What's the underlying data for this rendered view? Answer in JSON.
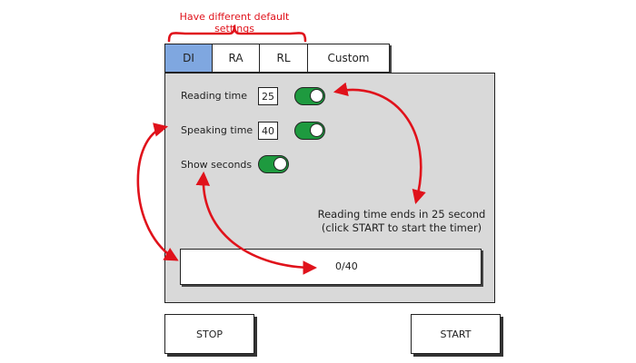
{
  "annotation": {
    "note_line1": "Have different default",
    "note_line2": "settings"
  },
  "tabs": [
    {
      "label": "DI",
      "active": true
    },
    {
      "label": "RA",
      "active": false
    },
    {
      "label": "RL",
      "active": false
    },
    {
      "label": "Custom",
      "active": false
    }
  ],
  "settings": {
    "reading_time_label": "Reading time",
    "reading_time_value": "25",
    "reading_time_enabled": true,
    "speaking_time_label": "Speaking time",
    "speaking_time_value": "40",
    "speaking_time_enabled": true,
    "show_seconds_label": "Show seconds",
    "show_seconds_enabled": true
  },
  "status": {
    "line1": "Reading time ends in 25 second",
    "line2": "(click START to start the timer)"
  },
  "progress": {
    "text": "0/40",
    "fraction": 0
  },
  "buttons": {
    "stop": "STOP",
    "start": "START"
  },
  "colors": {
    "accent_tab": "#7fa7e0",
    "toggle_on": "#1e9a3f",
    "annotation": "#e0121b",
    "panel_bg": "#d9d9d9"
  }
}
